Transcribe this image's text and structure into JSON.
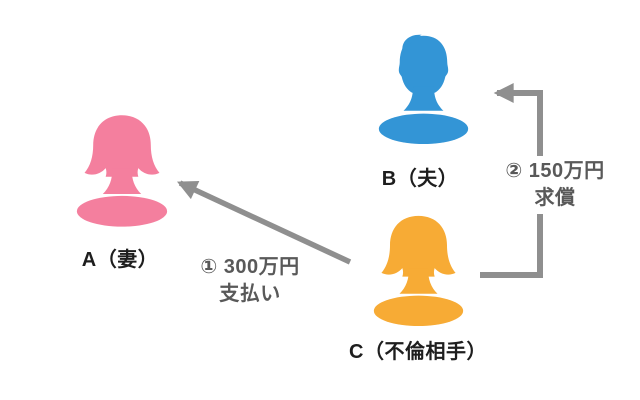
{
  "figure": {
    "background": "#FFFFFF"
  },
  "people": [
    {
      "key": "A",
      "label": "A（妻）",
      "color": "#F47F9E",
      "icon": "female-silhouette-icon"
    },
    {
      "key": "B",
      "label": "B（夫）",
      "color": "#3395D6",
      "icon": "male-silhouette-icon"
    },
    {
      "key": "C",
      "label": "C（不倫相手）",
      "color": "#F7AB35",
      "icon": "female-silhouette-icon"
    }
  ],
  "arrows": [
    {
      "key": "payment",
      "from": "C",
      "to": "A",
      "line1": "① 300万円",
      "line2": "支払い",
      "color": "#8F8F8F",
      "text_color": "#595959"
    },
    {
      "key": "reimbursement",
      "from": "C",
      "to": "B",
      "line1": "② 150万円",
      "line2": "求償",
      "color": "#8F8F8F",
      "text_color": "#595959"
    }
  ]
}
